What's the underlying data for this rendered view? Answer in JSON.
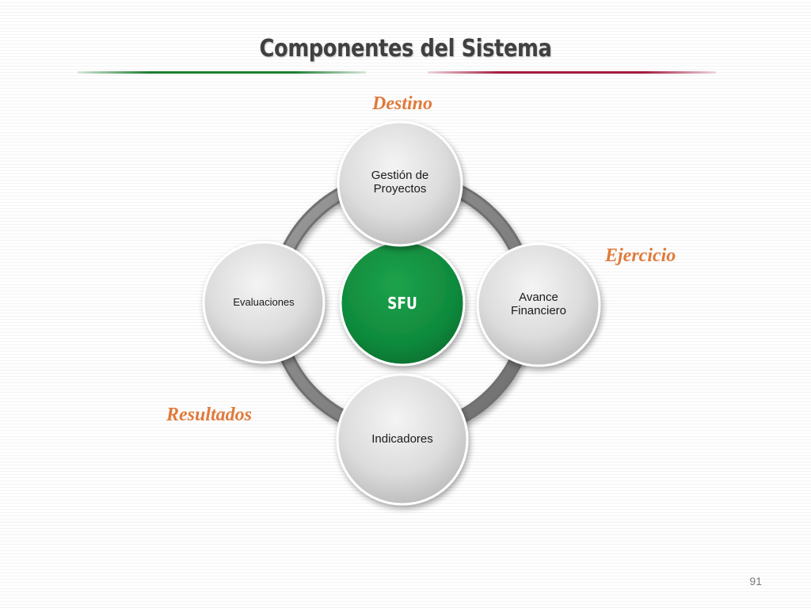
{
  "slide": {
    "title": "Componentes del Sistema",
    "page_number": "91"
  },
  "labels": {
    "top": "Destino",
    "right": "Ejercicio",
    "bottom_left": "Resultados"
  },
  "diagram": {
    "center": "SFU",
    "nodes": {
      "top": "Gestión de Proyectos",
      "right": "Avance Financiero",
      "bottom": "Indicadores",
      "left": "Evaluaciones"
    }
  },
  "colors": {
    "title": "#404040",
    "accent_labels": "#e07a3c",
    "center_fill": "#0f8a3c",
    "node_fill": "#d9d9d9",
    "ring": "#8c8c8c",
    "rule_green": "#1c7d30",
    "rule_red": "#a31a3e"
  }
}
